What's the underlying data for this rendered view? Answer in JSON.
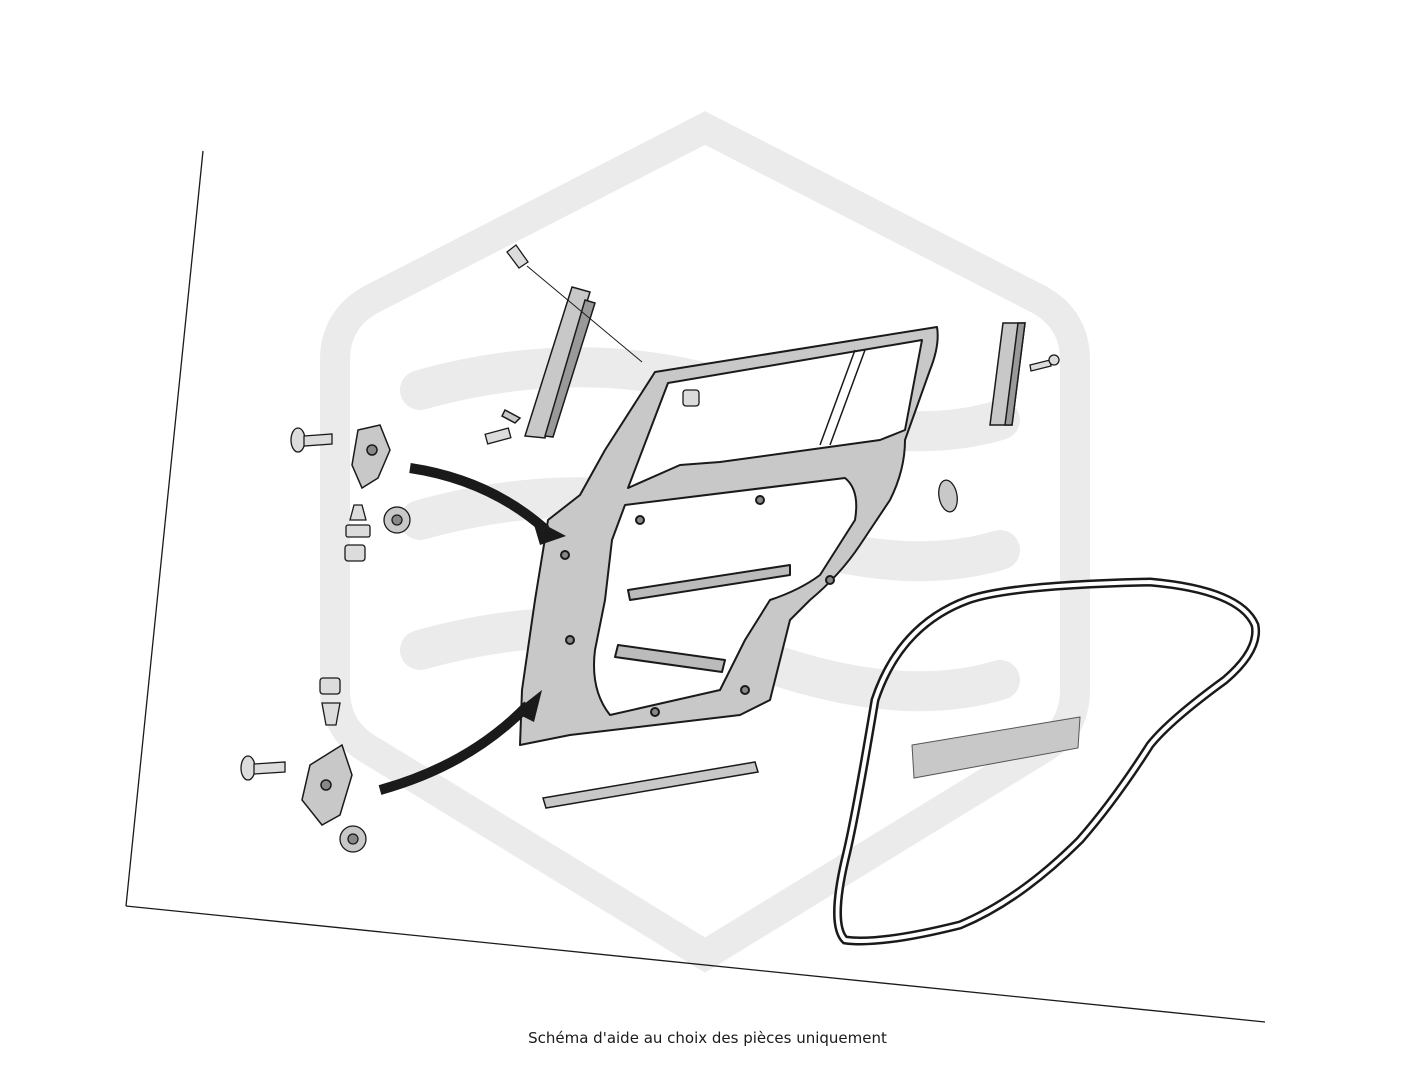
{
  "caption": "Schéma d'aide au choix des pièces uniquement",
  "colors": {
    "line": "#1a1a1a",
    "part_fill": "#c8c8c8",
    "part_fill_light": "#dcdcdc",
    "watermark": "#ebebeb",
    "background": "#ffffff"
  },
  "parts": [
    {
      "name": "door-shell",
      "icon": "door-panel-icon"
    },
    {
      "name": "door-seal",
      "icon": "rubber-seal-icon"
    },
    {
      "name": "upper-hinge",
      "icon": "hinge-icon"
    },
    {
      "name": "lower-hinge",
      "icon": "hinge-icon"
    },
    {
      "name": "window-trim-front",
      "icon": "trim-strip-icon"
    },
    {
      "name": "window-trim-rear",
      "icon": "trim-strip-icon"
    },
    {
      "name": "lower-trim",
      "icon": "trim-strip-icon"
    },
    {
      "name": "decal-strip",
      "icon": "strip-icon"
    }
  ]
}
